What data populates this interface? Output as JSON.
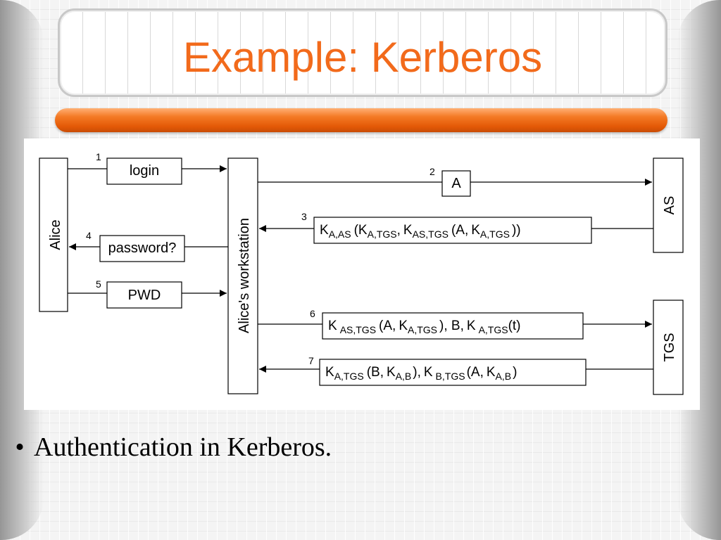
{
  "slide": {
    "title": "Example: Kerberos",
    "bullet": "Authentication in Kerberos."
  },
  "colors": {
    "accent": "#f26a1b",
    "bar": "#f47a25"
  },
  "diagram": {
    "entities": {
      "alice": "Alice",
      "workstation": "Alice's workstation",
      "as": "AS",
      "tgs": "TGS"
    },
    "steps": {
      "s1": {
        "num": "1",
        "label": "login"
      },
      "s2": {
        "num": "2",
        "label": "A"
      },
      "s3": {
        "num": "3"
      },
      "s4": {
        "num": "4",
        "label": "password?"
      },
      "s5": {
        "num": "5",
        "label": "PWD"
      },
      "s6": {
        "num": "6"
      },
      "s7": {
        "num": "7"
      }
    },
    "sym": {
      "K": "K",
      "A_AS": "A,AS",
      "A_TGS": "A,TGS",
      "AS_TGS": "AS,TGS",
      "A_B": "A,B",
      "B_TGS": "B,TGS",
      "open": "(",
      "close": ")",
      "close2": "))",
      "comma": ",",
      "a_comma": "(A,",
      "b_comma": "(B,",
      "close_comma_B": "), B,",
      "close_comma": "),",
      "t_paren": "(t)"
    }
  }
}
